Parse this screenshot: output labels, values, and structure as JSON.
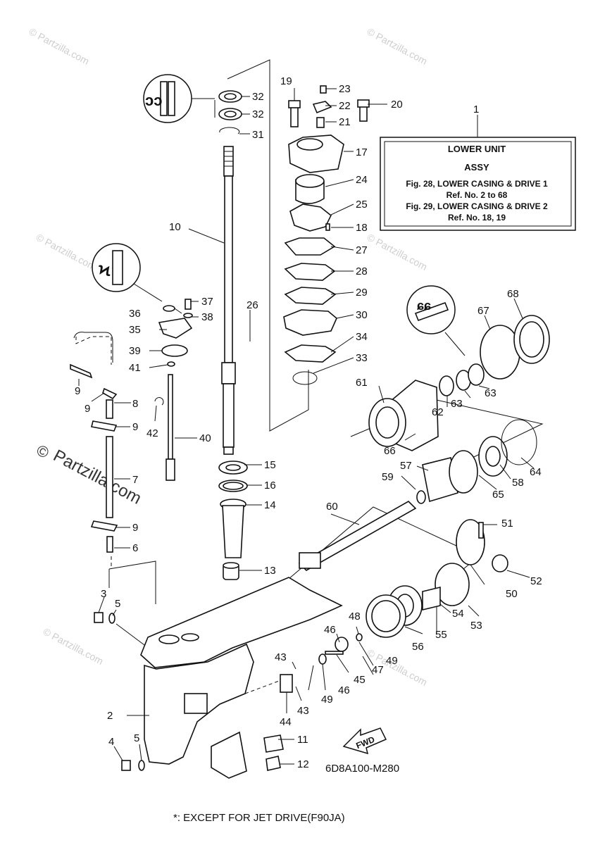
{
  "info_box": {
    "ref": "1",
    "line1": "LOWER  UNIT",
    "line2": "ASSY",
    "line3": "Fig. 28, LOWER CASING & DRIVE 1",
    "line4": "Ref. No. 2 to 68",
    "line5": "Fig. 29, LOWER CASING & DRIVE 2",
    "line6": "Ref. No. 18, 19"
  },
  "watermarks": {
    "small": "© Partzilla.com",
    "large_symbol": "©",
    "large": "Partzilla.com"
  },
  "diagram_code": "6D8A100-M280",
  "footnote": "*: EXCEPT FOR JET DRIVE(F90JA)",
  "fwd_label": "FWD",
  "callouts": {
    "c2": "2",
    "c3": "3",
    "c4": "4",
    "c5a": "5",
    "c5b": "5",
    "c6": "6",
    "c7": "7",
    "c8": "8",
    "c9a": "9",
    "c9b": "9",
    "c9c": "9",
    "c9d": "9",
    "c10": "10",
    "c11": "11",
    "c12": "12",
    "c13": "13",
    "c14": "14",
    "c15": "15",
    "c16": "16",
    "c17": "17",
    "c18": "18",
    "c19": "19",
    "c20": "20",
    "c21": "21",
    "c22": "22",
    "c23": "23",
    "c24": "24",
    "c25": "25",
    "c26": "26",
    "c27": "27",
    "c28": "28",
    "c29": "29",
    "c30": "30",
    "c31": "31",
    "c32a": "32",
    "c32b": "32",
    "c33": "33",
    "c34": "34",
    "c35": "35",
    "c36": "36",
    "c37": "37",
    "c38": "38",
    "c39": "39",
    "c40": "40",
    "c41": "41",
    "c42": "42",
    "c43a": "43",
    "c43b": "43",
    "c44": "44",
    "c45": "45",
    "c46a": "46",
    "c46b": "46",
    "c47": "47",
    "c48": "48",
    "c49a": "49",
    "c49b": "49",
    "c50": "50",
    "c51": "51",
    "c52": "52",
    "c53": "53",
    "c54": "54",
    "c55": "55",
    "c56": "56",
    "c57": "57",
    "c58": "58",
    "c59": "59",
    "c60": "60",
    "c61": "61",
    "c62": "62",
    "c63a": "63",
    "c63b": "63",
    "c64": "64",
    "c65": "65",
    "c66": "66",
    "c67": "67",
    "c68": "68"
  }
}
